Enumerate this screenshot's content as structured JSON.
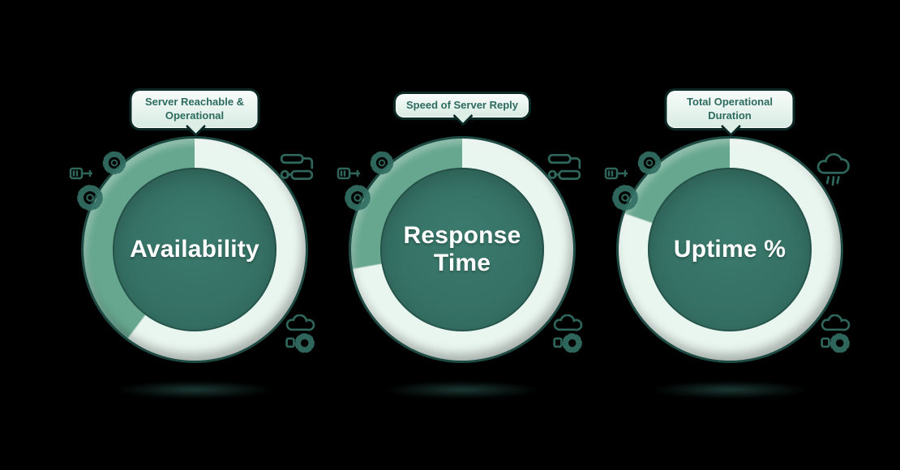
{
  "colors": {
    "background": "#000000",
    "ring_green": "#67a78f",
    "ring_light": "#e9f5ef",
    "circle_face": "#38756a",
    "circle_outline": "#1d4b43",
    "tooltip_bg": "#e3f1ea",
    "tooltip_text": "#2d6b5f",
    "label_text": "#ffffff",
    "icon_stroke": "#336f63"
  },
  "cards": [
    {
      "id": "availability",
      "tooltip": "Server Reachable & Operational",
      "label": "Availability",
      "ring_green_degrees": 143,
      "icons": [
        "gear-icon",
        "wrench-icon",
        "gear-icon",
        "pipeline-icon",
        "cloud-gear-icon"
      ]
    },
    {
      "id": "response-time",
      "tooltip": "Speed of Server Reply",
      "label": "Response Time",
      "ring_green_degrees": 100,
      "icons": [
        "gear-icon",
        "wrench-icon",
        "gear-icon",
        "pipeline-icon",
        "cloud-gear-icon"
      ]
    },
    {
      "id": "uptime",
      "tooltip": "Total Operational Duration",
      "label": "Uptime %",
      "ring_green_degrees": 71,
      "icons": [
        "gear-icon",
        "wrench-icon",
        "gear-icon",
        "rain-cloud-icon",
        "cloud-gear-icon"
      ]
    }
  ]
}
